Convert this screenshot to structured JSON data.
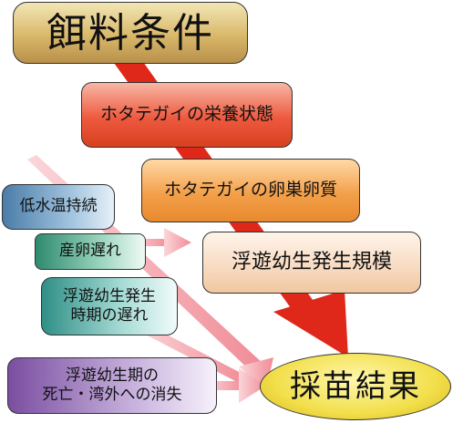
{
  "nodes": {
    "feed": "餌料条件",
    "nutrition": "ホタテガイの栄養状態",
    "egg_quality": "ホタテガイの卵巣卵質",
    "larva_scale": "浮遊幼生発生規模",
    "low_temp": "低水温持続",
    "spawn_delay": "産卵遅れ",
    "larva_delay": [
      "浮遊幼生発生",
      "時期の遅れ"
    ],
    "larva_loss": [
      "浮遊幼生期の",
      "死亡・湾外への消失"
    ],
    "result": "採苗結果"
  },
  "colors": {
    "main_arrow": "#e0281a",
    "pink_arrow": "#f3a1a8"
  }
}
